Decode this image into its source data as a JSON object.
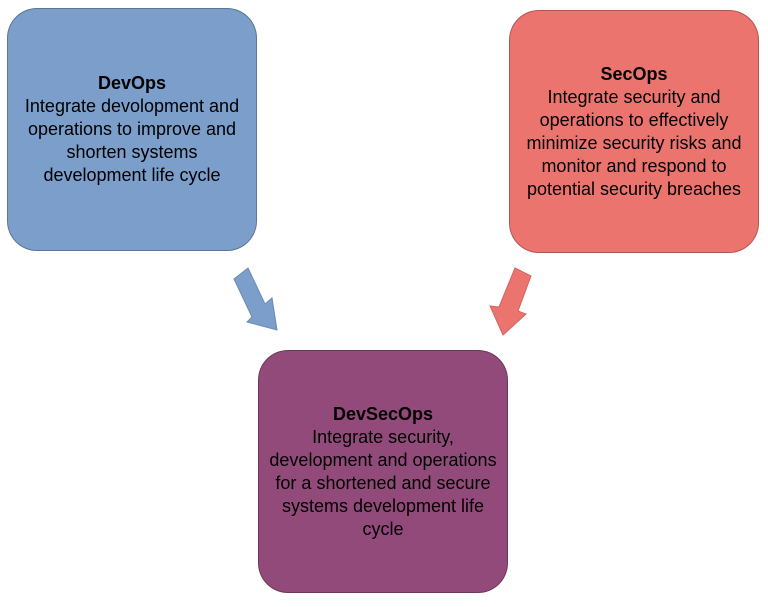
{
  "colors": {
    "devops": "#7b9ecb",
    "secops": "#ec746f",
    "devsecops": "#924a7a"
  },
  "boxes": {
    "devops": {
      "title": "DevOps",
      "text": "Integrate devolopment and operations to improve and shorten systems development life cycle"
    },
    "secops": {
      "title": "SecOps",
      "text": "Integrate security and operations to effectively minimize security risks and monitor and respond to potential security breaches"
    },
    "devsecops": {
      "title": "DevSecOps",
      "text": "Integrate security, development and operations for a shortened and secure systems development life cycle"
    }
  }
}
